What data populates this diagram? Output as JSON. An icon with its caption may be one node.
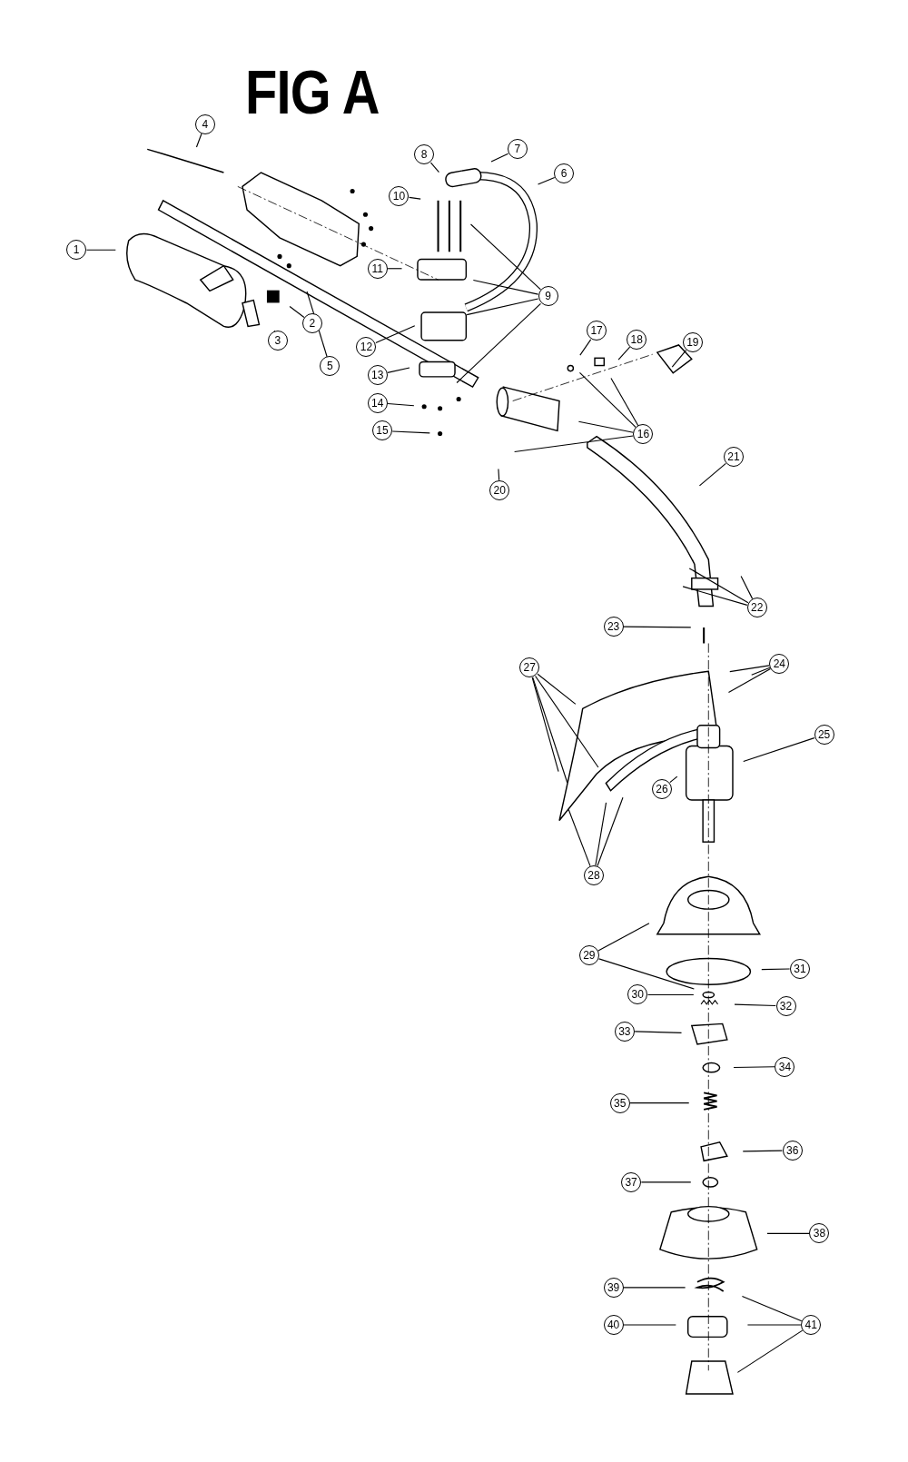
{
  "diagram": {
    "title": "FIG A",
    "nodes": [
      {
        "text": [
          "1"
        ]
      },
      {
        "text": [
          "2"
        ]
      },
      {
        "text": [
          "3"
        ]
      },
      {
        "text": [
          "4"
        ]
      },
      {
        "text": [
          "5"
        ]
      },
      {
        "text": [
          "6"
        ]
      },
      {
        "text": [
          "7"
        ]
      },
      {
        "text": [
          "8"
        ]
      },
      {
        "text": [
          "9"
        ]
      },
      {
        "text": [
          "10"
        ]
      },
      {
        "text": [
          "11"
        ]
      },
      {
        "text": [
          "12"
        ]
      },
      {
        "text": [
          "13"
        ]
      },
      {
        "text": [
          "14"
        ]
      },
      {
        "text": [
          "15"
        ]
      },
      {
        "text": [
          "16"
        ]
      },
      {
        "text": [
          "17"
        ]
      },
      {
        "text": [
          "18"
        ]
      },
      {
        "text": [
          "19"
        ]
      },
      {
        "text": [
          "20"
        ]
      },
      {
        "text": [
          "21"
        ]
      },
      {
        "text": [
          "22"
        ]
      },
      {
        "text": [
          "23"
        ]
      },
      {
        "text": [
          "24"
        ]
      },
      {
        "text": [
          "25"
        ]
      },
      {
        "text": [
          "26"
        ]
      },
      {
        "text": [
          "27"
        ]
      },
      {
        "text": [
          "28"
        ]
      },
      {
        "text": [
          "29"
        ]
      },
      {
        "text": [
          "30"
        ]
      },
      {
        "text": [
          "31"
        ]
      },
      {
        "text": [
          "32"
        ]
      },
      {
        "text": [
          "33"
        ]
      },
      {
        "text": [
          "34"
        ]
      },
      {
        "text": [
          "35"
        ]
      },
      {
        "text": [
          "36"
        ]
      },
      {
        "text": [
          "37"
        ]
      },
      {
        "text": [
          "38"
        ]
      },
      {
        "text": [
          "39"
        ]
      },
      {
        "text": [
          "40"
        ]
      },
      {
        "text": [
          "41"
        ]
      }
    ],
    "edges": [
      {
        "from": 0,
        "to": null,
        "arrow": "none"
      },
      {
        "from": 1,
        "to": null,
        "arrow": "none"
      },
      {
        "from": 2,
        "to": null,
        "arrow": "none"
      },
      {
        "from": 3,
        "to": null,
        "arrow": "none"
      },
      {
        "from": 4,
        "to": null,
        "arrow": "none"
      },
      {
        "from": 5,
        "to": null,
        "arrow": "none"
      },
      {
        "from": 6,
        "to": null,
        "arrow": "none"
      },
      {
        "from": 7,
        "to": null,
        "arrow": "none"
      },
      {
        "from": 8,
        "to": null,
        "arrow": "none"
      },
      {
        "from": 8,
        "to": null,
        "arrow": "none"
      },
      {
        "from": 8,
        "to": null,
        "arrow": "none"
      },
      {
        "from": 8,
        "to": null,
        "arrow": "none"
      },
      {
        "from": 9,
        "to": null,
        "arrow": "none"
      },
      {
        "from": 10,
        "to": null,
        "arrow": "none"
      },
      {
        "from": 11,
        "to": null,
        "arrow": "none"
      },
      {
        "from": 12,
        "to": null,
        "arrow": "none"
      },
      {
        "from": 13,
        "to": null,
        "arrow": "none"
      },
      {
        "from": 14,
        "to": null,
        "arrow": "none"
      },
      {
        "from": 15,
        "to": null,
        "arrow": "none"
      },
      {
        "from": 15,
        "to": null,
        "arrow": "none"
      },
      {
        "from": 15,
        "to": null,
        "arrow": "none"
      },
      {
        "from": 15,
        "to": null,
        "arrow": "none"
      },
      {
        "from": 16,
        "to": null,
        "arrow": "none"
      },
      {
        "from": 17,
        "to": null,
        "arrow": "none"
      },
      {
        "from": 18,
        "to": null,
        "arrow": "none"
      },
      {
        "from": 19,
        "to": null,
        "arrow": "none"
      },
      {
        "from": 20,
        "to": null,
        "arrow": "none"
      },
      {
        "from": 21,
        "to": null,
        "arrow": "none"
      },
      {
        "from": 21,
        "to": null,
        "arrow": "none"
      },
      {
        "from": 21,
        "to": null,
        "arrow": "none"
      },
      {
        "from": 22,
        "to": null,
        "arrow": "none"
      },
      {
        "from": 23,
        "to": null,
        "arrow": "none"
      },
      {
        "from": 23,
        "to": null,
        "arrow": "none"
      },
      {
        "from": 23,
        "to": null,
        "arrow": "none"
      },
      {
        "from": 24,
        "to": null,
        "arrow": "none"
      },
      {
        "from": 25,
        "to": null,
        "arrow": "none"
      },
      {
        "from": 26,
        "to": null,
        "arrow": "none"
      },
      {
        "from": 26,
        "to": null,
        "arrow": "none"
      },
      {
        "from": 26,
        "to": null,
        "arrow": "none"
      },
      {
        "from": 26,
        "to": null,
        "arrow": "none"
      },
      {
        "from": 27,
        "to": null,
        "arrow": "none"
      },
      {
        "from": 27,
        "to": null,
        "arrow": "none"
      },
      {
        "from": 27,
        "to": null,
        "arrow": "none"
      },
      {
        "from": 28,
        "to": null,
        "arrow": "none"
      },
      {
        "from": 28,
        "to": null,
        "arrow": "none"
      },
      {
        "from": 29,
        "to": null,
        "arrow": "none"
      },
      {
        "from": 30,
        "to": null,
        "arrow": "none"
      },
      {
        "from": 31,
        "to": null,
        "arrow": "none"
      },
      {
        "from": 32,
        "to": null,
        "arrow": "none"
      },
      {
        "from": 33,
        "to": null,
        "arrow": "none"
      },
      {
        "from": 34,
        "to": null,
        "arrow": "none"
      },
      {
        "from": 35,
        "to": null,
        "arrow": "none"
      },
      {
        "from": 36,
        "to": null,
        "arrow": "none"
      },
      {
        "from": 37,
        "to": null,
        "arrow": "none"
      },
      {
        "from": 38,
        "to": null,
        "arrow": "none"
      },
      {
        "from": 39,
        "to": null,
        "arrow": "none"
      },
      {
        "from": 40,
        "to": null,
        "arrow": "none"
      },
      {
        "from": 40,
        "to": null,
        "arrow": "none"
      },
      {
        "from": 40,
        "to": null,
        "arrow": "none"
      }
    ]
  }
}
